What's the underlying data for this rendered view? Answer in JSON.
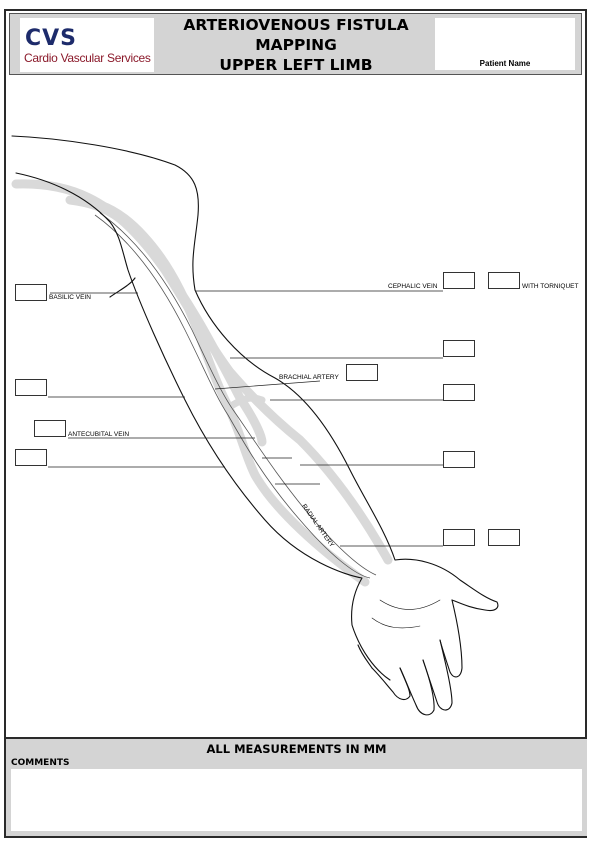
{
  "header": {
    "logo_text": "CVS",
    "logo_subtitle": "Cardio Vascular Services",
    "title_lines": [
      "ARTERIOVENOUS FISTULA",
      "MAPPING",
      "UPPER LEFT LIMB"
    ],
    "patient_label": "Patient Name"
  },
  "diagram": {
    "labels": {
      "basilic_vein": "BASILIC VEIN",
      "cephalic_vein": "CEPHALIC VEIN",
      "with_tourniquet": "WITH TORNIQUET",
      "brachial_artery": "BRACHIAL ARTERY",
      "antecubital_vein": "ANTECUBITAL VEIN",
      "radial_artery": "RADIAL ARTERY"
    },
    "measurement_box_count": 13
  },
  "footer": {
    "title": "ALL MEASUREMENTS IN MM",
    "comments_label": "COMMENTS",
    "comments_value": ""
  },
  "colors": {
    "header_bg": "#d4d4d4",
    "logo_text": "#1d2b6b",
    "logo_subtitle": "#8b1a2b",
    "vessel_fill": "#d9d9d9"
  }
}
